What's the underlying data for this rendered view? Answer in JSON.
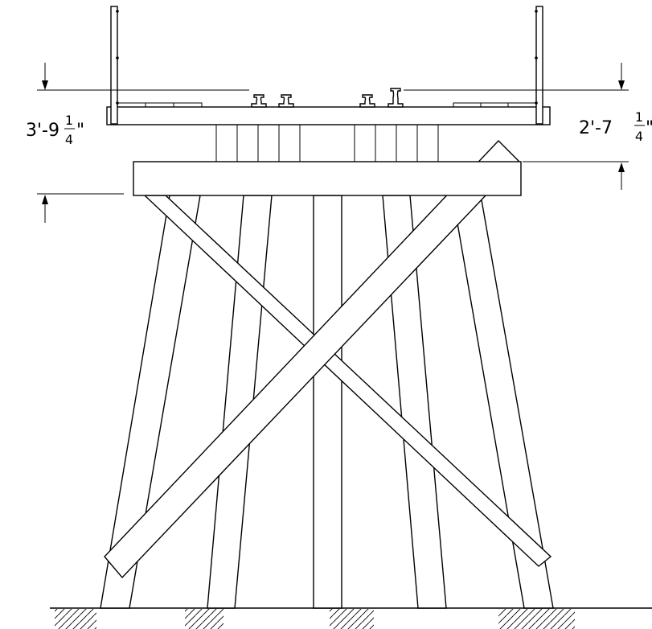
{
  "dimensions": {
    "left": {
      "whole": "3'-9",
      "numerator": "1",
      "denominator": "4",
      "suffix": "\""
    },
    "right": {
      "whole": "2'-7",
      "numerator": "1",
      "denominator": "4",
      "suffix": "\""
    }
  },
  "colors": {
    "line": "#000000",
    "background": "#ffffff"
  }
}
